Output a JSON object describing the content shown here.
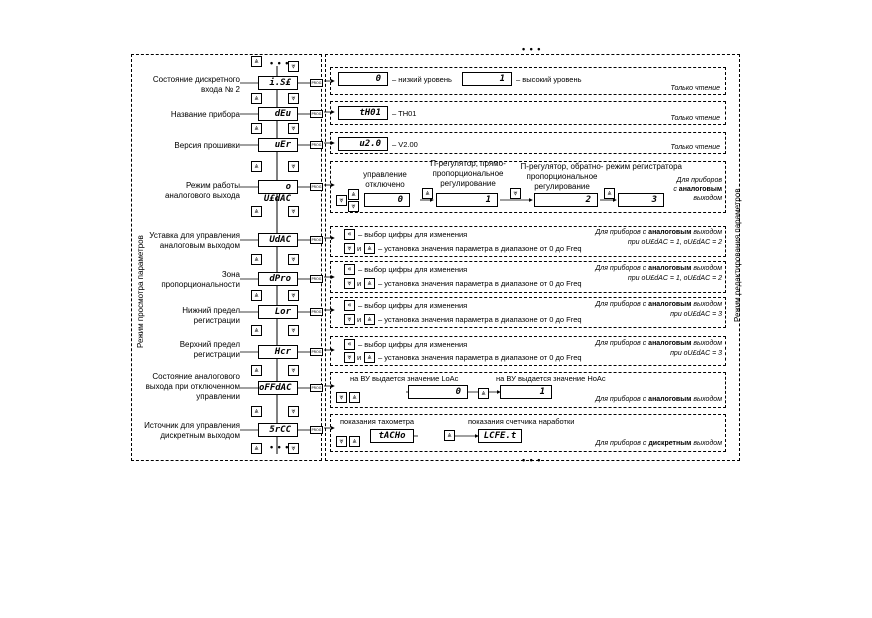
{
  "left_panel": {
    "vertical_title": "Режим просмотра параметров",
    "rows": [
      {
        "name": "Состояние дискретного входа № 2",
        "line1": "Состояние дискретного",
        "line2": "входа № 2",
        "code": "i.S£"
      },
      {
        "name": "Название прибора",
        "line1": "Название прибора",
        "line2": "",
        "code": "dEu"
      },
      {
        "name": "Версия прошивки",
        "line1": "Версия прошивки",
        "line2": "",
        "code": "uEr"
      },
      {
        "name": "Режим работы аналогового выхода",
        "line1": "Режим работы",
        "line2": "аналогового выхода",
        "code": "o U£dAC"
      },
      {
        "name": "Уставка для управления аналоговым выходом",
        "line1": "Уставка для управления",
        "line2": "аналоговым выходом",
        "code": "UdAC"
      },
      {
        "name": "Зона пропорциональности",
        "line1": "Зона",
        "line2": "пропорциональности",
        "code": "dPro"
      },
      {
        "name": "Нижний предел регистрации",
        "line1": "Нижний предел",
        "line2": "регистрации",
        "code": "Lor"
      },
      {
        "name": "Верхний предел регистрации",
        "line1": "Верхний предел",
        "line2": "регистрации",
        "code": "Hcr"
      },
      {
        "name": "Состояние аналогового выхода при отключенном управлении",
        "line1": "Состояние аналогового",
        "line2": "выхода при отключенном",
        "line3": "управлении",
        "code": "oFFdAC"
      },
      {
        "name": "Источник для управления дискретным выходом",
        "line1": "Источник для управления",
        "line2": "дискретным выходом",
        "code": "5rCC"
      }
    ],
    "dots": "• • •"
  },
  "right_panel": {
    "vertical_title": "Режим редактирования параметров",
    "dots": "• • •",
    "prg_label": "PROG",
    "row_input": {
      "display_low": "0",
      "label_low": "– низкий уровень",
      "display_high": "1",
      "label_high": "– высокий уровень",
      "note": "Только чтение"
    },
    "row_device": {
      "display": "tH01",
      "label": "– TH01",
      "note": "Только чтение"
    },
    "row_firmware": {
      "display": "u2.0",
      "label": "– V2.00",
      "note": "Только чтение"
    },
    "row_mode": {
      "opt0_label": "управление отключено",
      "opt0_l1": "управление",
      "opt0_l2": "отключено",
      "opt0_value": "0",
      "opt1_l1": "П-регулятор, прямо-",
      "opt1_l2": "пропорциональное",
      "opt1_l3": "регулирование",
      "opt1_value": "1",
      "opt2_l1": "П-регулятор, обратно-",
      "opt2_l2": "пропорциональное",
      "opt2_l3": "регулирование",
      "opt2_value": "2",
      "opt3_l1": "режим регистратора",
      "opt3_value": "3",
      "note_l1": "Для приборов",
      "note_l2_pre": "с ",
      "note_l2_bold": "аналоговым",
      "note_l3": "выходом"
    },
    "edit_rows": {
      "select_digit": "– выбор цифры для изменения",
      "and": "и",
      "set_value": "– установка значения параметра в диапазоне от 0 до Freq",
      "note_pre": "Для приборов с ",
      "note_bold": "аналоговым",
      "note_post": " выходом",
      "cond_12": "при oU£dAC = 1, oU£dAC = 2",
      "cond_3": "при oU£dAC = 3"
    },
    "row_off": {
      "label_low": "на ВУ выдается значение LoAc",
      "label_high": "на ВУ выдается значение HoAc",
      "value_low": "0",
      "value_high": "1",
      "note_pre": "Для приборов с ",
      "note_bold": "аналоговым",
      "note_post": " выходом"
    },
    "row_source": {
      "label_a": "показания тахометра",
      "label_b": "показания счетчика наработки",
      "value_a": "tACHo",
      "value_b": "LCFE.t",
      "note_pre": "Для приборов с ",
      "note_bold": "дискретным",
      "note_post": " выходом"
    }
  },
  "icons": {
    "up": "⩓",
    "down": "⩔",
    "left": "«"
  }
}
